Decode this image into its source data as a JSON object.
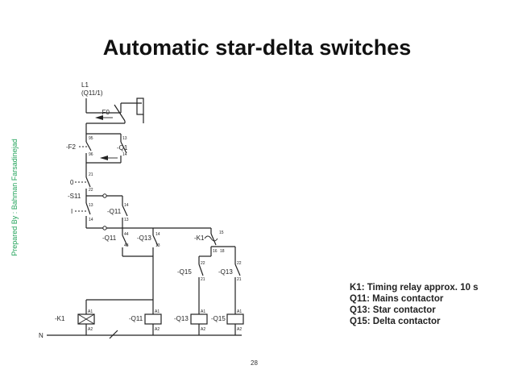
{
  "title": "Automatic star-delta switches",
  "watermark": "Prepared By : Bahman Farsadinejad",
  "page_number": "28",
  "colors": {
    "watermark": "#22a35a",
    "lines": "#222222"
  },
  "labels": {
    "L1": "L1",
    "Q11_1": "(Q11/1)",
    "F0": "-F0",
    "F2": "-F2",
    "Q1": "-Q1",
    "zero": "0",
    "S11": "-S11",
    "one": "I",
    "Q11": "-Q11",
    "Q13": "-Q13",
    "Q15": "-Q15",
    "K1": "-K1",
    "N": "N"
  },
  "terminals": {
    "t95": "95",
    "t96": "96",
    "t13": "13",
    "t14": "14",
    "t21": "21",
    "t22": "22",
    "t43": "43",
    "t44": "44",
    "t15": "15",
    "t16": "16",
    "t18": "18",
    "A1": "A1",
    "A2": "A2"
  },
  "legend": [
    {
      "code": "K1:",
      "text": "Timing relay approx. 10 s"
    },
    {
      "code": "Q11:",
      "text": "Mains contactor"
    },
    {
      "code": "Q13:",
      "text": "Star contactor"
    },
    {
      "code": "Q15:",
      "text": "Delta contactor"
    }
  ]
}
